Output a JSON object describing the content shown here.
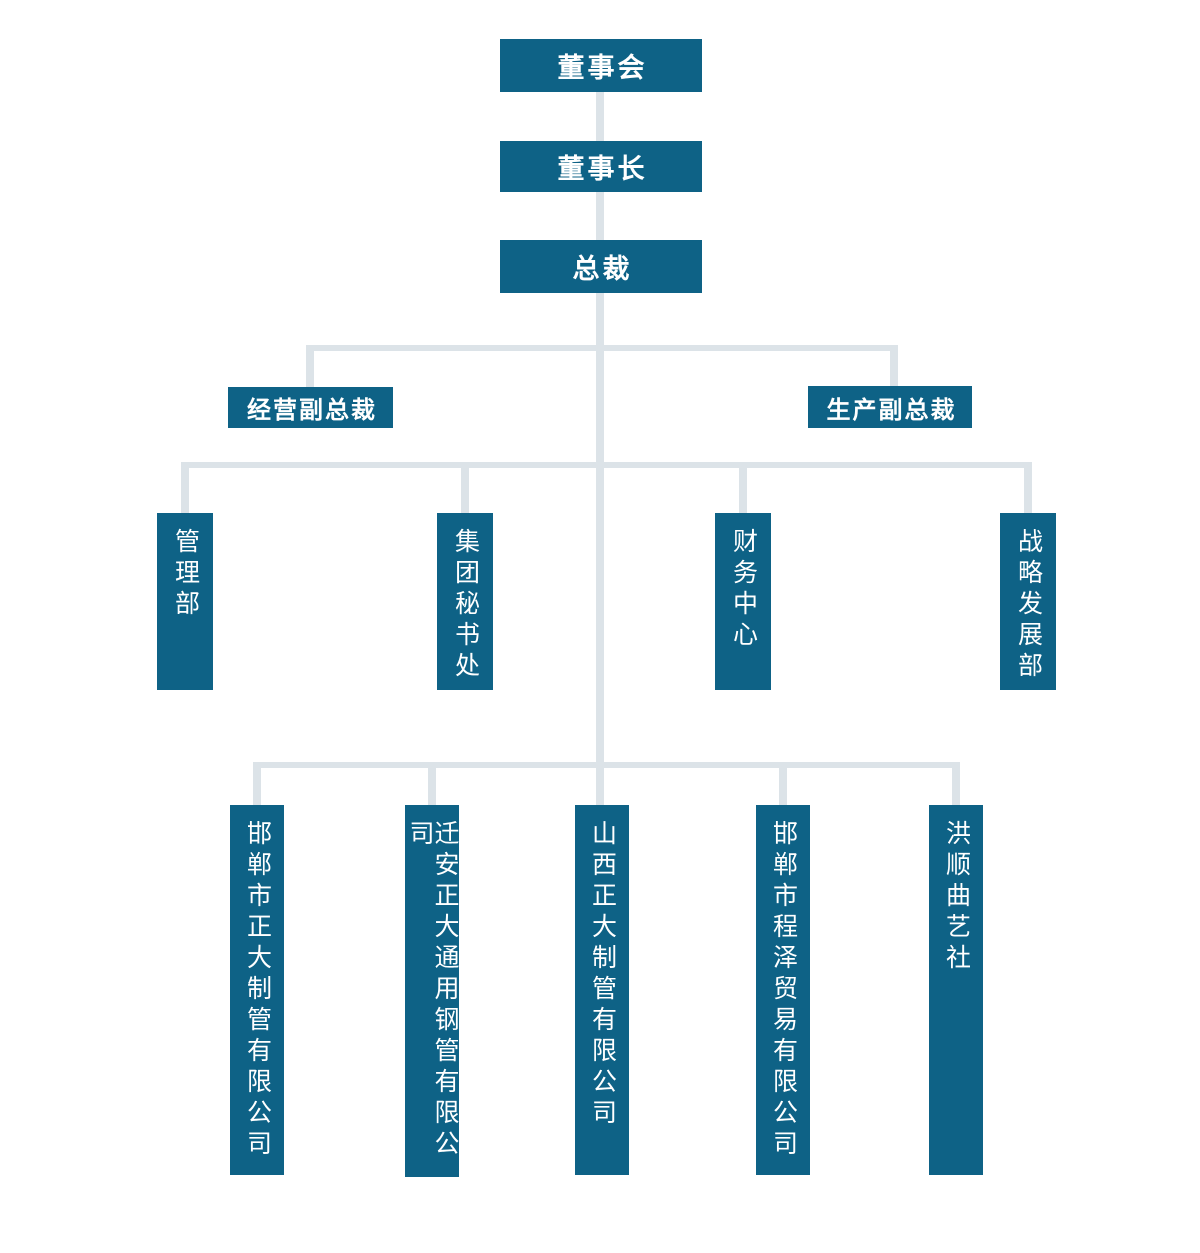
{
  "org_chart": {
    "nodes": {
      "board": "董事会",
      "chairman": "董事长",
      "president": "总裁"
    },
    "vice_presidents": [
      {
        "label": "经营副总裁"
      },
      {
        "label": "生产副总裁"
      }
    ],
    "departments": [
      {
        "label": "管理部"
      },
      {
        "label": "集团秘书处"
      },
      {
        "label": "财务中心"
      },
      {
        "label": "战略发展部"
      }
    ],
    "subsidiaries": [
      {
        "label": "邯郸市正大制管有限公司"
      },
      {
        "label": "迁安正大通用钢管有限公司"
      },
      {
        "label": "山西正大制管有限公司"
      },
      {
        "label": "邯郸市程泽贸易有限公司"
      },
      {
        "label": "洪顺曲艺社"
      }
    ],
    "colors": {
      "box_fill": "#0e6286",
      "box_text": "#ffffff",
      "connector": "#dce3e8",
      "background": "#ffffff"
    }
  }
}
